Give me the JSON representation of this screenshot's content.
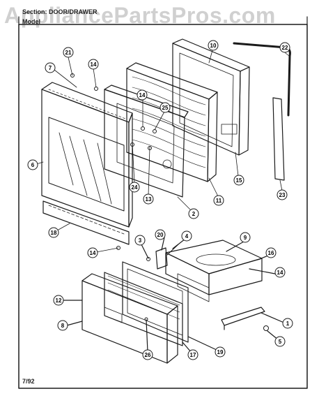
{
  "header": {
    "section_line": "Section: DOOR/DRAWER",
    "model_line": "Model"
  },
  "watermark": "AppliancePartsPros.com",
  "footer_date": "7/92",
  "callouts": [
    "21",
    "7",
    "14",
    "10",
    "22",
    "14",
    "25",
    "6",
    "24",
    "13",
    "11",
    "15",
    "23",
    "2",
    "18",
    "20",
    "4",
    "3",
    "9",
    "16",
    "14",
    "12",
    "8",
    "26",
    "17",
    "19",
    "1",
    "5",
    "14"
  ],
  "colors": {
    "line": "#1a1a1a",
    "watermark": "#8a8a8a",
    "background": "#ffffff"
  }
}
